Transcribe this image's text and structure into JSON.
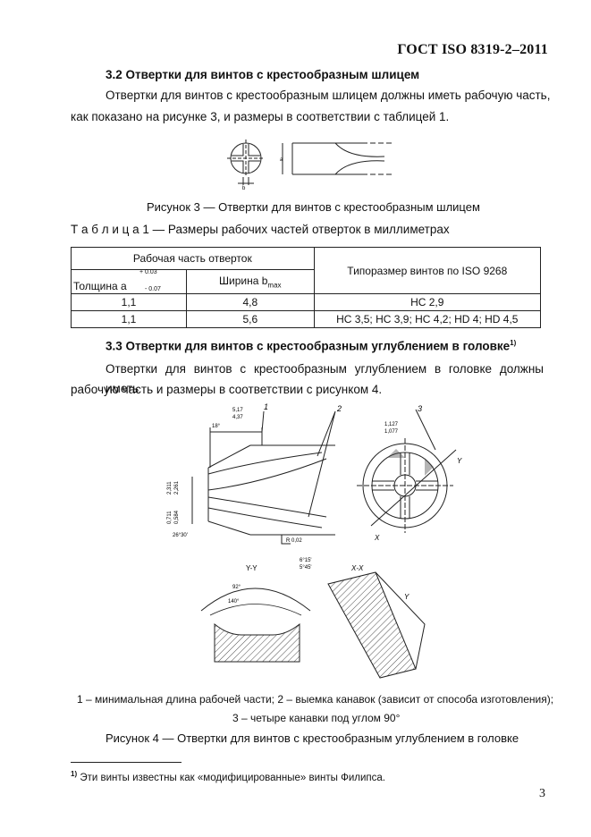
{
  "header": {
    "standard": "ГОСТ ISO 8319-2–2011"
  },
  "s32": {
    "heading": "3.2 Отвертки для винтов с крестообразным шлицем",
    "p1": "Отвертки для винтов с крестообразным шлицем должны иметь рабочую часть,",
    "p2": "как показано на рисунке 3, и размеры в соответствии с таблицей 1."
  },
  "fig3": {
    "caption": "Рисунок 3 — Отвертки для винтов с крестообразным шлицем",
    "label_a": "a",
    "label_b": "b"
  },
  "table1": {
    "title_spaced": "Т а б л и ц а",
    "title_rest": "1 — Размеры рабочих частей отверток в миллиметрах",
    "head_group": "Рабочая часть отверток",
    "head_thickness": "Толщина а",
    "tol_plus": "+ 0.03",
    "tol_minus": "- 0.07",
    "head_width": "Ширина b",
    "width_sub": "max",
    "head_size": "Типоразмер винтов по ISO 9268",
    "rows": [
      {
        "a": "1,1",
        "b": "4,8",
        "size": "НС 2,9"
      },
      {
        "a": "1,1",
        "b": "5,6",
        "size": "НС 3,5; НС 3,9; НС 4,2; HD 4; HD 4,5"
      }
    ]
  },
  "s33": {
    "heading": "3.3 Отвертки для винтов с крестообразным углублением в головке",
    "footnote_mark": "1)",
    "p1": "Отвертки для винтов с крестообразным углублением в головке должны иметь",
    "p2": "рабочую часть и размеры в соответствии с рисунком 4."
  },
  "fig4": {
    "dim_517": "5,17",
    "dim_437": "4,37",
    "angle_18": "18°",
    "dim_2311": "2,311",
    "dim_2261": "2,261",
    "dim_0711": "0,711",
    "dim_0584": "0,584",
    "angle_26": "26°30'",
    "r002": "R 0,02",
    "dim_1127": "1,127",
    "dim_1077": "1,077",
    "num1": "1",
    "num2": "2",
    "num3": "3",
    "sec_yy": "Y-Y",
    "sec_xx": "X-X",
    "angle_92": "92°",
    "angle_140": "140°",
    "angle_615": "6°15'",
    "angle_545": "5°45'",
    "lbl_x": "X",
    "lbl_y": "Y",
    "legend_line1": "1 – минимальная длина рабочей части; 2 – выемка канавок (зависит от способа изготовления);",
    "legend_line2": "3 – четыре канавки под углом 90°",
    "caption": "Рисунок 4 — Отвертки для винтов с крестообразным углублением в головке"
  },
  "footnote": {
    "mark": "1)",
    "text": "Эти винты известны как «модифицированные» винты Филипса."
  },
  "page_number": "3"
}
